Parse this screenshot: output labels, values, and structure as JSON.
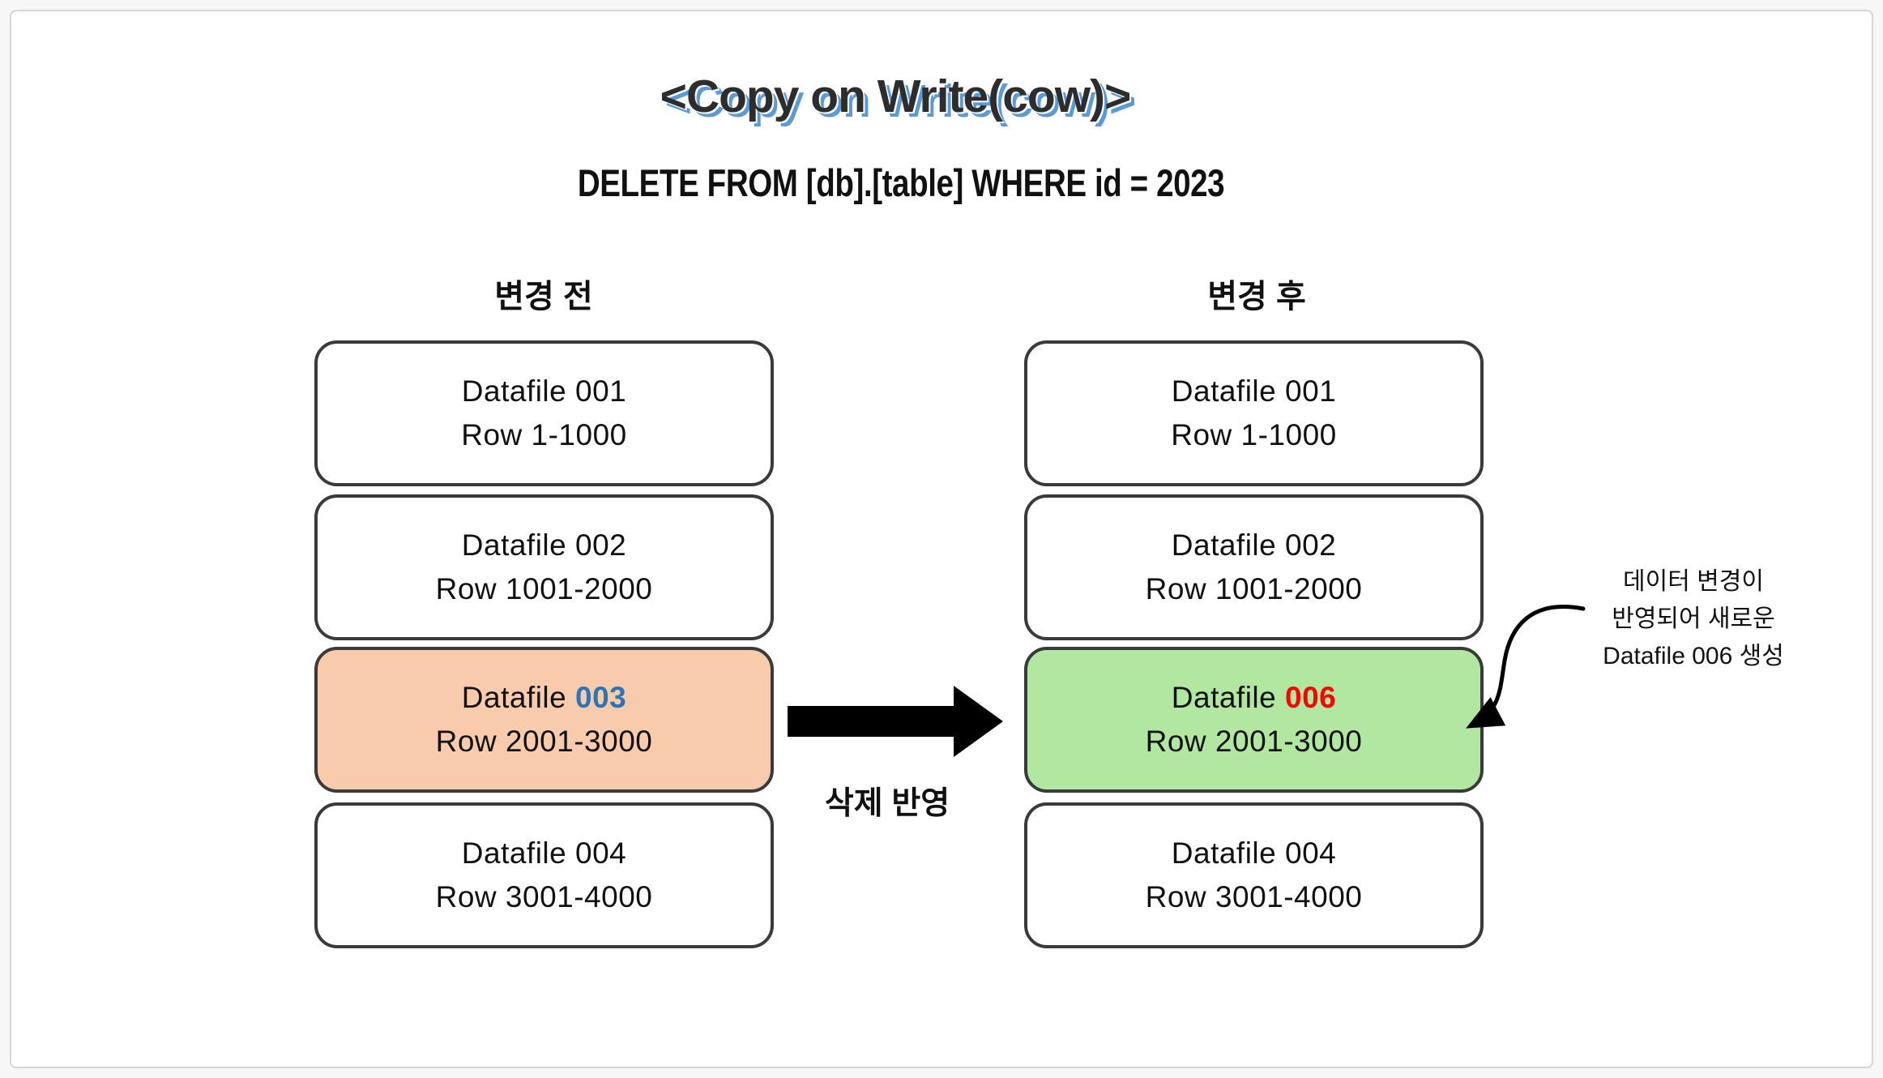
{
  "title": {
    "text": "<Copy on Write(cow)>"
  },
  "query": {
    "text": "DELETE FROM [db].[table] WHERE id = 2023"
  },
  "before": {
    "header": "변경 전",
    "boxes": [
      {
        "line1": "Datafile 001",
        "line2": "Row 1-1000"
      },
      {
        "line1": "Datafile 002",
        "line2": "Row 1001-2000"
      },
      {
        "prefix": "Datafile ",
        "number": "003",
        "line2": "Row 2001-3000",
        "highlight": "orange"
      },
      {
        "line1": "Datafile 004",
        "line2": "Row 3001-4000"
      }
    ]
  },
  "after": {
    "header": "변경 후",
    "boxes": [
      {
        "line1": "Datafile 001",
        "line2": "Row 1-1000"
      },
      {
        "line1": "Datafile 002",
        "line2": "Row 1001-2000"
      },
      {
        "prefix": "Datafile ",
        "number": "006",
        "line2": "Row 2001-3000",
        "highlight": "green"
      },
      {
        "line1": "Datafile 004",
        "line2": "Row 3001-4000"
      }
    ]
  },
  "transition": {
    "label": "삭제 반영"
  },
  "annotation": {
    "lines": [
      "데이터 변경이",
      "반영되어 새로운",
      "Datafile 006 생성"
    ]
  },
  "colors": {
    "canvas_border": "#d6d6d6",
    "box_border": "#3a3a3a",
    "orange_fill": "#f7cbab",
    "green_fill": "#b1e7a1",
    "blue_number": "#2e75b6",
    "red_number": "#ff0000",
    "title_shadow": "#5b9bd5",
    "arrow_black": "#000000",
    "text_black": "#111111"
  }
}
